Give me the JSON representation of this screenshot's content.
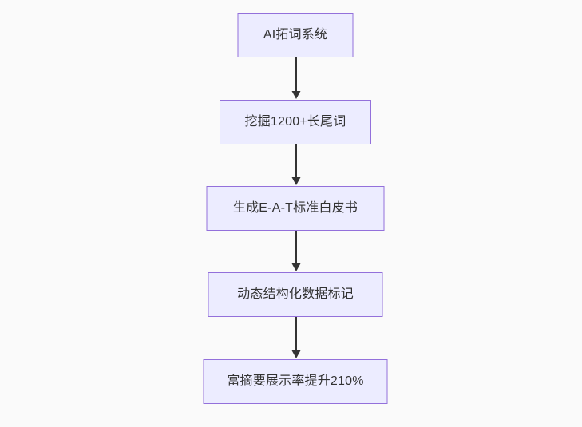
{
  "diagram": {
    "type": "flowchart",
    "direction": "top-down",
    "nodes": [
      {
        "label": "AI拓词系统"
      },
      {
        "label": "挖掘1200+长尾词"
      },
      {
        "label": "生成E-A-T标准白皮书"
      },
      {
        "label": "动态结构化数据标记"
      },
      {
        "label": "富摘要展示率提升210%"
      }
    ],
    "edges": [
      {
        "from": 0,
        "to": 1,
        "style": "arrow-down"
      },
      {
        "from": 1,
        "to": 2,
        "style": "arrow-down"
      },
      {
        "from": 2,
        "to": 3,
        "style": "arrow-down"
      },
      {
        "from": 3,
        "to": 4,
        "style": "arrow-down"
      }
    ],
    "colors": {
      "node_fill": "#ececff",
      "node_border": "#9370db",
      "edge": "#333333",
      "text": "#333333",
      "background": "#fafafa"
    }
  }
}
